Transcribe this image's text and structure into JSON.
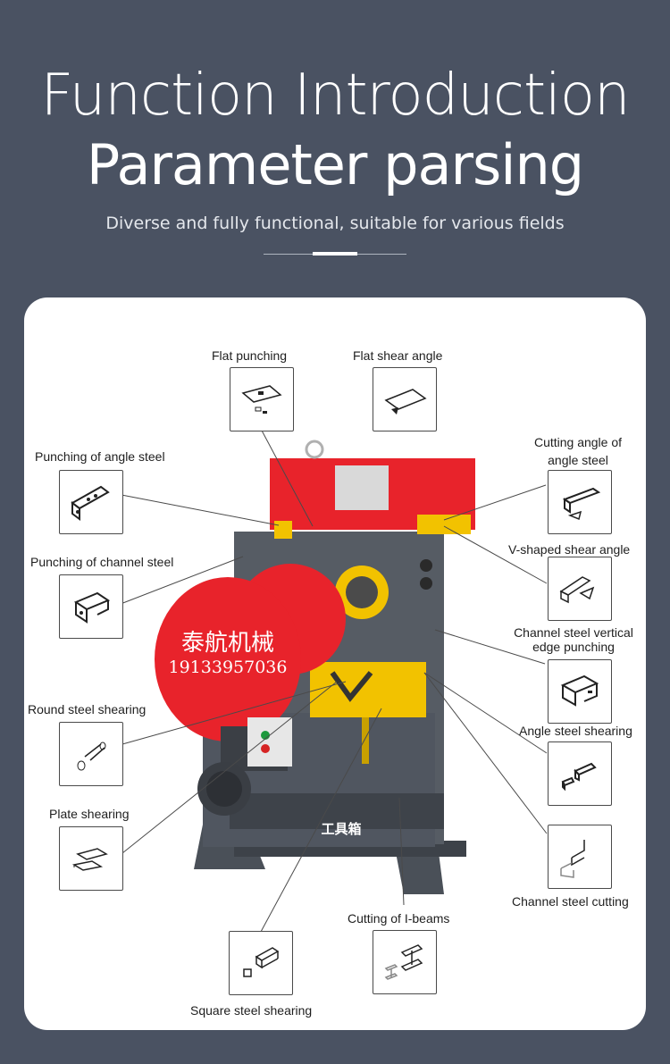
{
  "header": {
    "title": "Function Introduction",
    "subtitle": "Parameter parsing",
    "description": "Diverse and fully functional, suitable for various fields"
  },
  "machine": {
    "brand_text": "泰航机械",
    "phone_text": "19133957036",
    "box_text": "工具箱"
  },
  "features": [
    {
      "label": "Flat punching",
      "icon": "flat-punching-icon"
    },
    {
      "label": "Flat shear angle",
      "icon": "flat-shear-angle-icon"
    },
    {
      "label": "Punching of angle steel",
      "icon": "angle-steel-punching-icon"
    },
    {
      "label": "Cutting angle of angle steel",
      "icon": "angle-cutting-icon"
    },
    {
      "label": "Punching of channel steel",
      "icon": "channel-punching-icon"
    },
    {
      "label": "V-shaped shear angle",
      "icon": "v-shear-icon"
    },
    {
      "label": "Channel steel vertical edge punching",
      "icon": "channel-vertical-punching-icon"
    },
    {
      "label": "Round steel shearing",
      "icon": "round-steel-icon"
    },
    {
      "label": "Angle steel shearing",
      "icon": "angle-shearing-icon"
    },
    {
      "label": "Plate shearing",
      "icon": "plate-shearing-icon"
    },
    {
      "label": "Channel steel cutting",
      "icon": "channel-cutting-icon"
    },
    {
      "label": "Cutting of I-beams",
      "icon": "i-beam-icon"
    },
    {
      "label": "Square steel shearing",
      "icon": "square-steel-icon"
    }
  ],
  "colors": {
    "background": "#4a5262",
    "panel": "#ffffff",
    "machine_red": "#e8232b",
    "machine_body": "#4e545c",
    "machine_yellow": "#f2c200"
  }
}
